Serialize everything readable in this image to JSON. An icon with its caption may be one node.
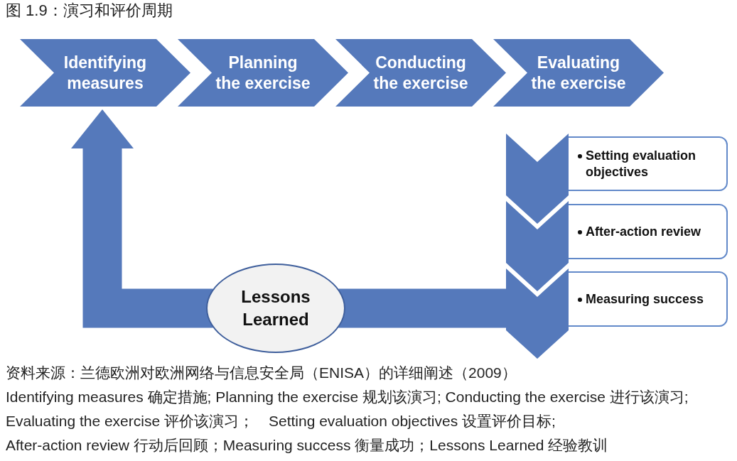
{
  "diagram": {
    "title": "图 1.9：演习和评价周期",
    "nodes": [
      {
        "text": [
          "Identifying measures"
        ]
      },
      {
        "text": [
          "Planning the exercise"
        ]
      },
      {
        "text": [
          "Conducting the exercise"
        ]
      },
      {
        "text": [
          "Evaluating the exercise"
        ]
      },
      {
        "text": [],
        "shape": "chevron"
      },
      {
        "text": [
          "Setting evaluation objectives"
        ]
      },
      {
        "text": [],
        "shape": "chevron"
      },
      {
        "text": [
          "After-action review"
        ]
      },
      {
        "text": [],
        "shape": "chevron"
      },
      {
        "text": [
          "Measuring success"
        ]
      },
      {
        "text": [
          "Lessons Learned"
        ]
      }
    ],
    "edges": [
      {
        "from": 8,
        "to": 10,
        "arrow": "none"
      },
      {
        "from": 10,
        "to": 0,
        "arrow": "to"
      }
    ],
    "labels": [
      "资料来源：兰德欧洲对欧洲网络与信息安全局（ENISA）的详细阐述（2009）",
      "Identifying measures 确定措施; Planning the exercise 规划该演习; Conducting the exercise 进行该演习;",
      "Evaluating the exercise 评价该演习；　Setting evaluation objectives 设置评价目标;",
      "After-action review 行动后回顾；Measuring success 衡量成功；Lessons Learned 经验教训"
    ]
  }
}
